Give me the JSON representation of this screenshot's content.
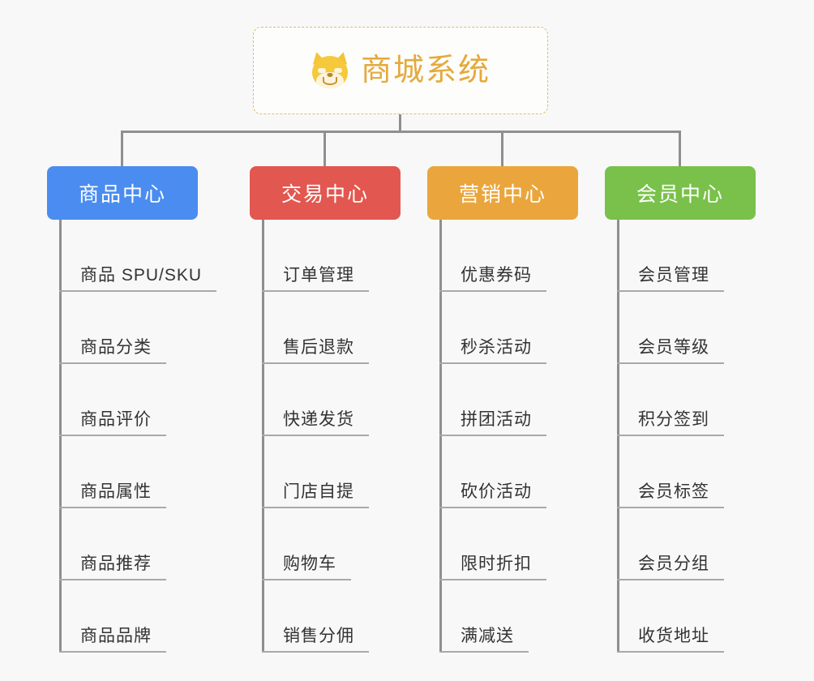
{
  "page": {
    "background_color": "#f8f8f8",
    "connector_color": "#8f8f8f"
  },
  "root": {
    "title": "商城系统",
    "icon": "shiba-dog-emoji",
    "text_color": "#e5a93c",
    "border_color": "#e8b96a"
  },
  "columns": [
    {
      "title": "商品中心",
      "color": "#4a8cf0",
      "items": [
        "商品 SPU/SKU",
        "商品分类",
        "商品评价",
        "商品属性",
        "商品推荐",
        "商品品牌"
      ]
    },
    {
      "title": "交易中心",
      "color": "#e2574f",
      "items": [
        "订单管理",
        "售后退款",
        "快递发货",
        "门店自提",
        "购物车",
        "销售分佣"
      ]
    },
    {
      "title": "营销中心",
      "color": "#eaa63c",
      "items": [
        "优惠券码",
        "秒杀活动",
        "拼团活动",
        "砍价活动",
        "限时折扣",
        "满减送"
      ]
    },
    {
      "title": "会员中心",
      "color": "#79c14a",
      "items": [
        "会员管理",
        "会员等级",
        "积分签到",
        "会员标签",
        "会员分组",
        "收货地址"
      ]
    }
  ]
}
